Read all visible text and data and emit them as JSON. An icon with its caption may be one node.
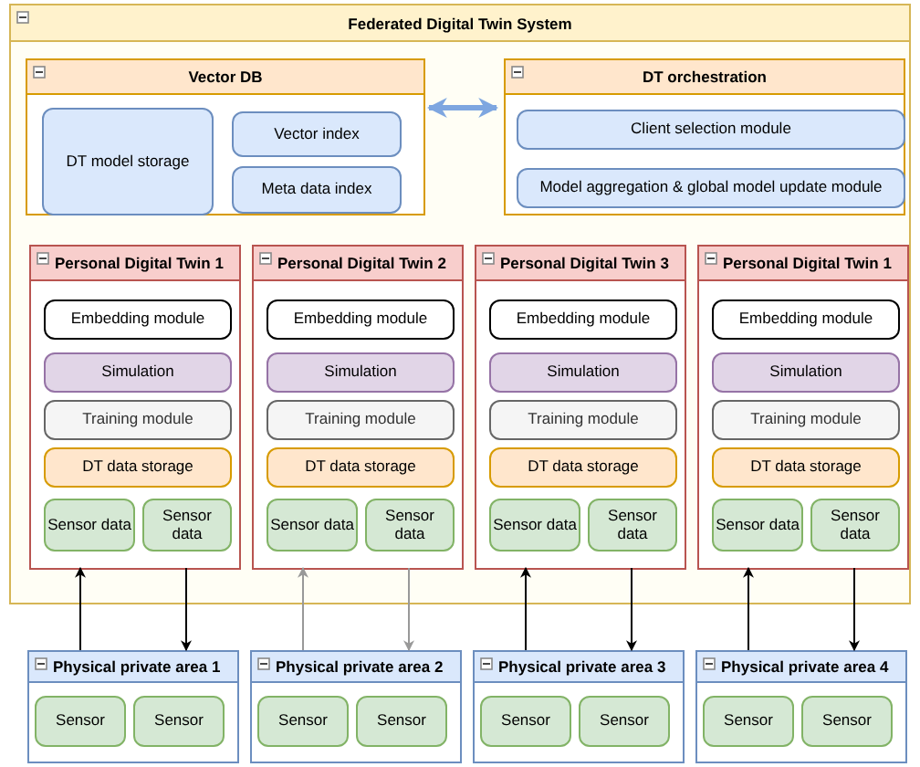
{
  "diagram": {
    "nodes": [
      {
        "text": [
          "Federated Digital Twin System"
        ]
      },
      {
        "text": [
          "Vector DB"
        ],
        "in": 0
      },
      {
        "text": [
          "DT model storage"
        ],
        "in": 1
      },
      {
        "text": [
          "Vector index"
        ],
        "in": 1
      },
      {
        "text": [
          "Meta data index"
        ],
        "in": 1
      },
      {
        "text": [
          "DT orchestration"
        ],
        "in": 0
      },
      {
        "text": [
          "Client selection module"
        ],
        "in": 5
      },
      {
        "text": [
          "Model aggregation & global model update module"
        ],
        "in": 5
      },
      {
        "text": [
          "Personal Digital Twin 1"
        ],
        "in": 0
      },
      {
        "text": [
          "Embedding module"
        ],
        "in": 8
      },
      {
        "text": [
          "Simulation"
        ],
        "in": 8
      },
      {
        "text": [
          "Training module"
        ],
        "in": 8
      },
      {
        "text": [
          "DT data storage"
        ],
        "in": 8
      },
      {
        "text": [
          "Sensor data"
        ],
        "in": 8
      },
      {
        "text": [
          "Sensor data"
        ],
        "in": 8
      },
      {
        "text": [
          "Personal Digital Twin 2"
        ],
        "in": 0
      },
      {
        "text": [
          "Embedding module"
        ],
        "in": 15
      },
      {
        "text": [
          "Simulation"
        ],
        "in": 15
      },
      {
        "text": [
          "Training module"
        ],
        "in": 15
      },
      {
        "text": [
          "DT data storage"
        ],
        "in": 15
      },
      {
        "text": [
          "Sensor data"
        ],
        "in": 15
      },
      {
        "text": [
          "Sensor data"
        ],
        "in": 15
      },
      {
        "text": [
          "Personal Digital Twin 3"
        ],
        "in": 0
      },
      {
        "text": [
          "Embedding module"
        ],
        "in": 22
      },
      {
        "text": [
          "Simulation"
        ],
        "in": 22
      },
      {
        "text": [
          "Training module"
        ],
        "in": 22
      },
      {
        "text": [
          "DT data storage"
        ],
        "in": 22
      },
      {
        "text": [
          "Sensor data"
        ],
        "in": 22
      },
      {
        "text": [
          "Sensor data"
        ],
        "in": 22
      },
      {
        "text": [
          "Personal Digital Twin 1"
        ],
        "in": 0
      },
      {
        "text": [
          "Embedding module"
        ],
        "in": 29
      },
      {
        "text": [
          "Simulation"
        ],
        "in": 29
      },
      {
        "text": [
          "Training module"
        ],
        "in": 29
      },
      {
        "text": [
          "DT data storage"
        ],
        "in": 29
      },
      {
        "text": [
          "Sensor data"
        ],
        "in": 29
      },
      {
        "text": [
          "Sensor data"
        ],
        "in": 29
      },
      {
        "text": [
          "Physical private area 1"
        ]
      },
      {
        "text": [
          "Sensor"
        ],
        "in": 36
      },
      {
        "text": [
          "Sensor"
        ],
        "in": 36
      },
      {
        "text": [
          "Physical private area 2"
        ]
      },
      {
        "text": [
          "Sensor"
        ],
        "in": 39
      },
      {
        "text": [
          "Sensor"
        ],
        "in": 39
      },
      {
        "text": [
          "Physical private area 3"
        ]
      },
      {
        "text": [
          "Sensor"
        ],
        "in": 42
      },
      {
        "text": [
          "Sensor"
        ],
        "in": 42
      },
      {
        "text": [
          "Physical private area 4"
        ]
      },
      {
        "text": [
          "Sensor"
        ],
        "in": 45
      },
      {
        "text": [
          "Sensor"
        ],
        "in": 45
      }
    ],
    "edges": [
      {
        "from": 1,
        "to": 5,
        "arrow": "both",
        "style": "thick",
        "color": "#7ea6e0"
      },
      {
        "from": 36,
        "to": 8,
        "arrow": "to"
      },
      {
        "from": 8,
        "to": 36,
        "arrow": "to"
      },
      {
        "from": 39,
        "to": 15,
        "arrow": "to",
        "color": "#999999"
      },
      {
        "from": 15,
        "to": 39,
        "arrow": "to",
        "color": "#999999"
      },
      {
        "from": 42,
        "to": 22,
        "arrow": "to"
      },
      {
        "from": 22,
        "to": 42,
        "arrow": "to"
      },
      {
        "from": 45,
        "to": 29,
        "arrow": "to"
      },
      {
        "from": 29,
        "to": 45,
        "arrow": "to"
      }
    ]
  }
}
